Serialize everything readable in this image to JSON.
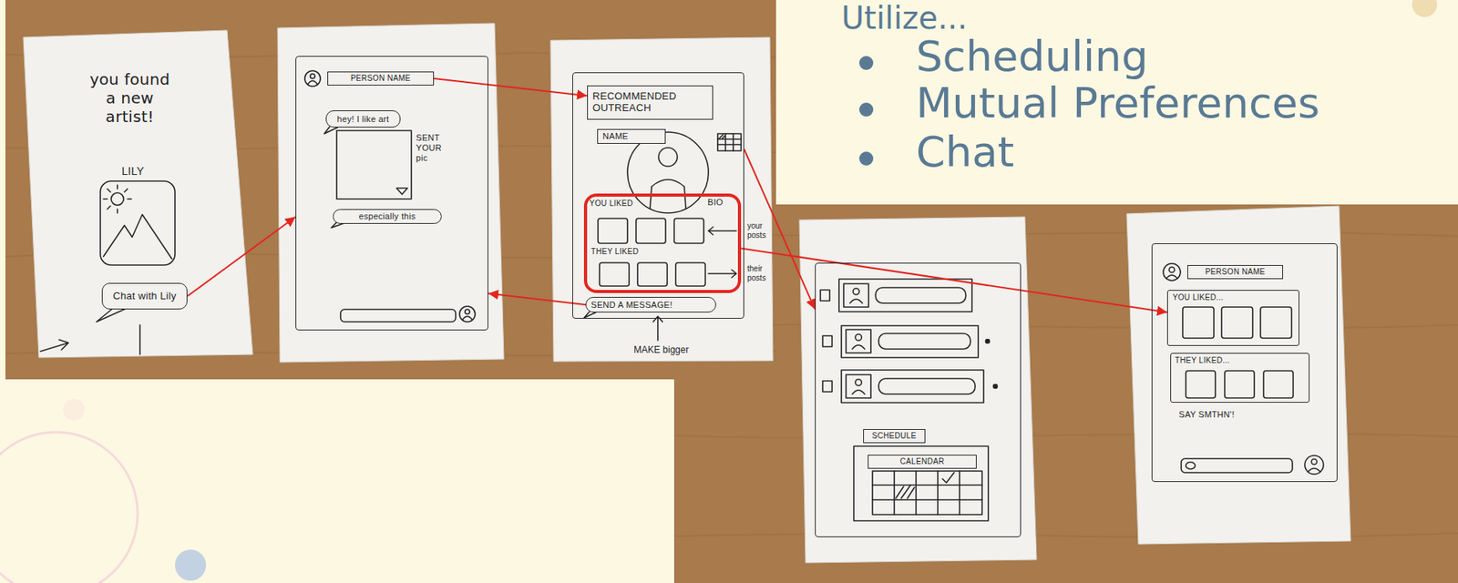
{
  "diagram": {
    "title": "Utilize...",
    "nodes": [
      {
        "text": [
          "you found a new artist!",
          "LILY"
        ]
      },
      {
        "text": [
          "Chat with Lily"
        ],
        "in": 0
      },
      {
        "text": [
          "SENT YOUR pic"
        ]
      },
      {
        "text": [
          "PERSON NAME"
        ],
        "in": 2
      },
      {
        "text": [
          "hey! I like art"
        ],
        "in": 2
      },
      {
        "text": [
          "especially this"
        ],
        "in": 2
      },
      {
        "text": []
      },
      {
        "text": [
          "RECOMMENDED OUTREACH"
        ],
        "in": 6
      },
      {
        "text": [
          "NAME"
        ],
        "in": 6
      },
      {
        "text": [
          "YOU LIKED",
          "BIO",
          "THEY LIKED"
        ],
        "in": 6
      },
      {
        "text": [
          "SEND A MESSAGE!"
        ],
        "in": 6
      },
      {
        "text": []
      },
      {
        "text": [
          "SCHEDULE"
        ],
        "in": 11
      },
      {
        "text": [
          "CALENDAR"
        ],
        "in": 11
      },
      {
        "text": [
          "SAY SMTHN'!"
        ]
      },
      {
        "text": [
          "PERSON NAME"
        ],
        "in": 14
      },
      {
        "text": [
          "YOU LIKED..."
        ],
        "in": 14
      },
      {
        "text": [
          "THEY LIKED..."
        ],
        "in": 14
      }
    ],
    "edges": [
      {
        "from": 1,
        "to": 2,
        "arrow": "to"
      },
      {
        "from": 3,
        "to": 7,
        "arrow": "to"
      },
      {
        "from": 10,
        "to": 2,
        "arrow": "to"
      },
      {
        "from": 6,
        "to": 11,
        "arrow": "to"
      },
      {
        "from": 9,
        "to": 16,
        "arrow": "to"
      }
    ],
    "labels": [
      "Scheduling",
      "Mutual Preferences",
      "Chat",
      "your posts",
      "their posts",
      "MAKE bigger"
    ]
  }
}
